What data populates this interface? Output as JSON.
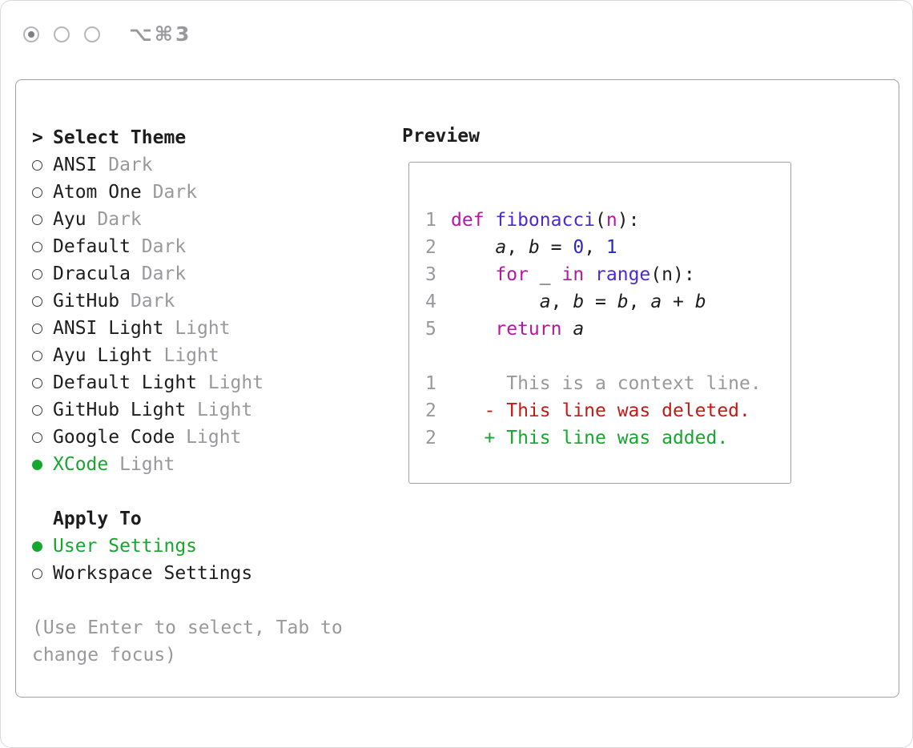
{
  "window": {
    "shortcut": "⌥⌘3"
  },
  "theme_panel": {
    "cursor": ">",
    "title": "Select Theme",
    "items": [
      {
        "name": "ANSI",
        "variant": "Dark",
        "selected": false
      },
      {
        "name": "Atom One",
        "variant": "Dark",
        "selected": false
      },
      {
        "name": "Ayu",
        "variant": "Dark",
        "selected": false
      },
      {
        "name": "Default",
        "variant": "Dark",
        "selected": false
      },
      {
        "name": "Dracula",
        "variant": "Dark",
        "selected": false
      },
      {
        "name": "GitHub",
        "variant": "Dark",
        "selected": false
      },
      {
        "name": "ANSI Light",
        "variant": "Light",
        "selected": false
      },
      {
        "name": "Ayu Light",
        "variant": "Light",
        "selected": false
      },
      {
        "name": "Default Light",
        "variant": "Light",
        "selected": false
      },
      {
        "name": "GitHub Light",
        "variant": "Light",
        "selected": false
      },
      {
        "name": "Google Code",
        "variant": "Light",
        "selected": false
      },
      {
        "name": "XCode",
        "variant": "Light",
        "selected": true
      }
    ]
  },
  "apply_to": {
    "title": "Apply To",
    "options": [
      {
        "label": "User Settings",
        "selected": true
      },
      {
        "label": "Workspace Settings",
        "selected": false
      }
    ]
  },
  "hint": "(Use Enter to select, Tab to change focus)",
  "preview": {
    "title": "Preview",
    "code_lines": [
      {
        "num": "1",
        "tokens": [
          [
            "def ",
            "kw"
          ],
          [
            "fibonacci",
            "fn"
          ],
          [
            "(",
            "pl"
          ],
          [
            "n",
            "kw"
          ],
          [
            "):",
            "pl"
          ]
        ]
      },
      {
        "num": "2",
        "tokens": [
          [
            "    ",
            "pl"
          ],
          [
            "a",
            "id"
          ],
          [
            ", ",
            "pl"
          ],
          [
            "b",
            "id"
          ],
          [
            " = ",
            "pl"
          ],
          [
            "0",
            "num"
          ],
          [
            ", ",
            "pl"
          ],
          [
            "1",
            "num"
          ]
        ]
      },
      {
        "num": "3",
        "tokens": [
          [
            "    ",
            "pl"
          ],
          [
            "for",
            "kw"
          ],
          [
            " _ ",
            "pl"
          ],
          [
            "in",
            "kw"
          ],
          [
            " ",
            "pl"
          ],
          [
            "range",
            "fn"
          ],
          [
            "(n):",
            "pl"
          ]
        ]
      },
      {
        "num": "4",
        "tokens": [
          [
            "        ",
            "pl"
          ],
          [
            "a",
            "id"
          ],
          [
            ", ",
            "pl"
          ],
          [
            "b",
            "id"
          ],
          [
            " = ",
            "pl"
          ],
          [
            "b",
            "id"
          ],
          [
            ", ",
            "pl"
          ],
          [
            "a",
            "id"
          ],
          [
            " + ",
            "pl"
          ],
          [
            "b",
            "id"
          ]
        ]
      },
      {
        "num": "5",
        "tokens": [
          [
            "    ",
            "pl"
          ],
          [
            "return",
            "kw"
          ],
          [
            " ",
            "pl"
          ],
          [
            "a",
            "id"
          ]
        ]
      }
    ],
    "diff_lines": [
      {
        "num": "1",
        "text": "     This is a context line.",
        "type": "context"
      },
      {
        "num": "2",
        "text": "   - This line was deleted.",
        "type": "deleted"
      },
      {
        "num": "2",
        "text": "   + This line was added.",
        "type": "added"
      }
    ]
  },
  "colors": {
    "text": "#1d1d1f",
    "muted": "#98989d",
    "green": "#16a72f",
    "red": "#c41a16",
    "keyword": "#b5179e",
    "function": "#4b2bd0",
    "number": "#2727d3",
    "border": "#9fa0a6"
  }
}
